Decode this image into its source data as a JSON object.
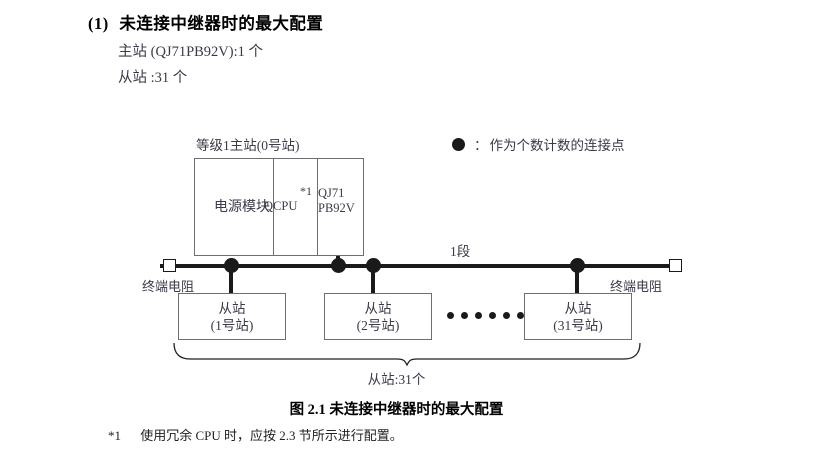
{
  "section": {
    "number": "(1)",
    "title": "未连接中继器时的最大配置",
    "lines": [
      "主站 (QJ71PB92V):1 个",
      "从站 :31 个"
    ]
  },
  "legend": {
    "icon": "filled-circle-icon",
    "separator": "：",
    "text": "作为个数计数的连接点"
  },
  "diagram": {
    "master": {
      "title": "等级1主站(0号站)",
      "slots": [
        {
          "label": "电源模块",
          "name": "power-supply-module"
        },
        {
          "label": "QCPU",
          "footnote_mark": "*1",
          "name": "qcpu-module"
        },
        {
          "label_line1": "QJ71",
          "label_line2": "PB92V",
          "name": "qj71pb92v-module"
        }
      ]
    },
    "segment_label": "1段",
    "terminators": {
      "left_label": "终端电阻",
      "right_label": "终端电阻"
    },
    "slaves": [
      {
        "line1": "从站",
        "line2": "(1号站)"
      },
      {
        "line1": "从站",
        "line2": "(2号站)"
      },
      {
        "line1": "从站",
        "line2": "(31号站)"
      }
    ],
    "ellipsis_dot_count": 6,
    "brace_label": "从站:31个"
  },
  "figure": {
    "caption": "图 2.1  未连接中继器时的最大配置"
  },
  "footnote": {
    "mark": "*1",
    "text": "使用冗余 CPU 时，应按 2.3 节所示进行配置。"
  }
}
